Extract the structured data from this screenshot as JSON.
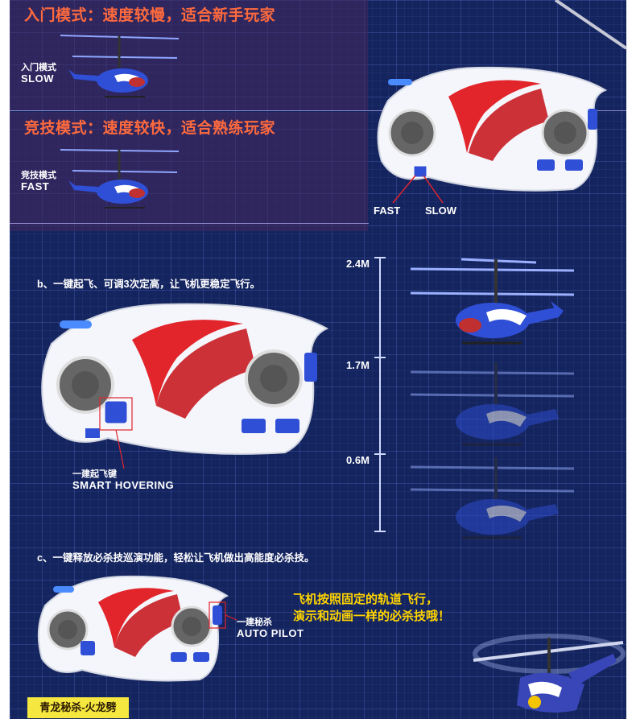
{
  "modes": {
    "beginner": {
      "heading": "入门模式：速度较慢，适合新手玩家",
      "label_cn": "入门模式",
      "label_en": "SLOW"
    },
    "expert": {
      "heading": "竞技模式：速度较快，适合熟练玩家",
      "label_cn": "竞技模式",
      "label_en": "FAST"
    }
  },
  "speed_switch": {
    "fast_label": "FAST",
    "slow_label": "SLOW"
  },
  "section_b": {
    "text": "b、一键起飞、可调3次定高，让飞机更稳定飞行。",
    "button_cn": "一建起飞键",
    "button_en": "SMART HOVERING"
  },
  "altitude": {
    "levels": [
      "2.4M",
      "1.7M",
      "0.6M"
    ]
  },
  "section_c": {
    "text": "c、一键释放必杀技巡演功能，轻松让飞机做出高能度必杀技。",
    "button_cn": "一建秘杀",
    "button_en": "AUTO PILOT",
    "highlight_line1": "飞机按照固定的轨道飞行，",
    "highlight_line2": "演示和动画一样的必杀技哦！",
    "tag": "青龙秘杀-火龙劈"
  },
  "colors": {
    "background": "#14245e",
    "heading": "#ff6a3d",
    "highlight": "#ffd400",
    "tag_bg": "#f5e640",
    "helicopter_body": "#2f4fd6",
    "controller_red": "#e2242b"
  }
}
